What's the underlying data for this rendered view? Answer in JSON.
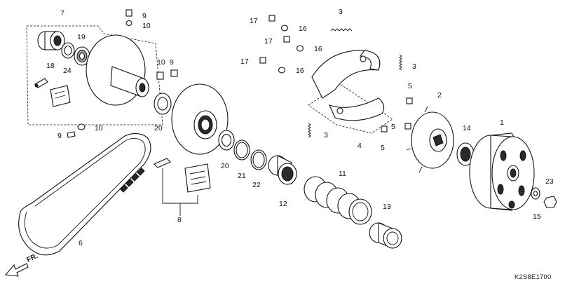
{
  "diagram": {
    "drawing_code": "K2S8E1700",
    "direction_label": "FR.",
    "callouts": {
      "c1": "1",
      "c2": "2",
      "c3a": "3",
      "c3b": "3",
      "c3c": "3",
      "c4": "4",
      "c5a": "5",
      "c5b": "5",
      "c5c": "5",
      "c6": "6",
      "c7": "7",
      "c8": "8",
      "c9a": "9",
      "c9b": "9",
      "c9c": "9",
      "c10a": "10",
      "c10b": "10",
      "c10c": "10",
      "c11": "11",
      "c12": "12",
      "c13": "13",
      "c14": "14",
      "c15": "15",
      "c16a": "16",
      "c16b": "16",
      "c16c": "16",
      "c17a": "17",
      "c17b": "17",
      "c17c": "17",
      "c18": "18",
      "c19": "19",
      "c20a": "20",
      "c20b": "20",
      "c21": "21",
      "c22": "22",
      "c23": "23",
      "c24": "24"
    }
  }
}
